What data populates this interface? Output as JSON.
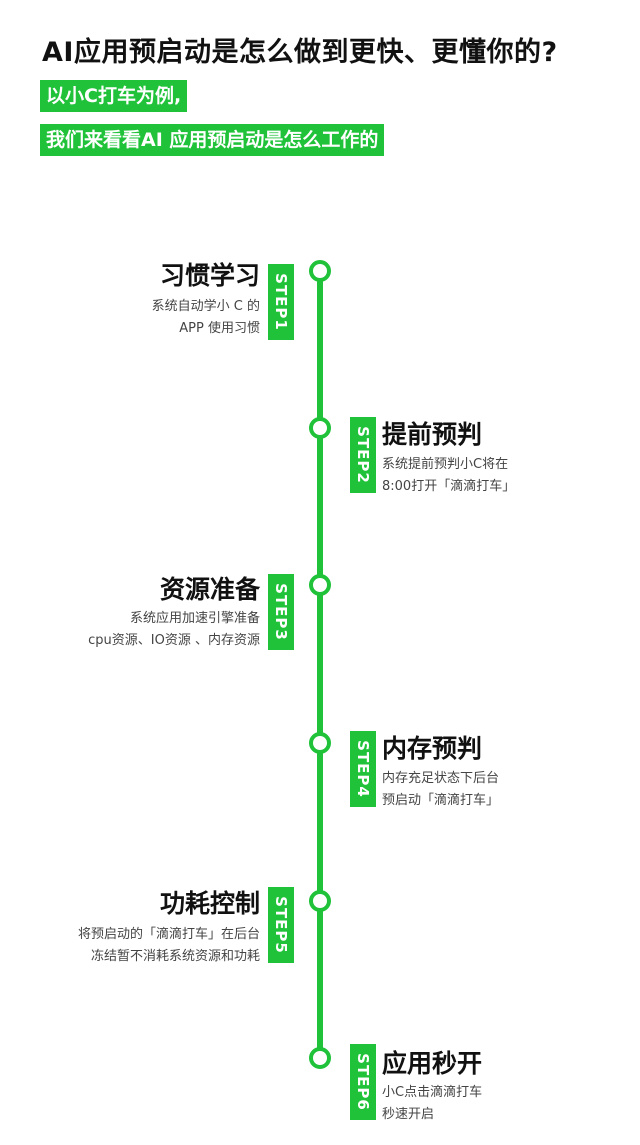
{
  "title": "AI应用预启动是怎么做到更快、更懂你的?",
  "highlight_1": "以小C打车为例,",
  "highlight_2": "我们来看看AI 应用预启动是怎么工作的",
  "steps": [
    {
      "tag": "STEP1",
      "heading": "习惯学习",
      "line1": "系统自动学小 C 的",
      "line2": "APP 使用习惯"
    },
    {
      "tag": "STEP2",
      "heading": "提前预判",
      "line1": "系统提前预判小C将在",
      "line2": "8:00打开「滴滴打车」"
    },
    {
      "tag": "STEP3",
      "heading": "资源准备",
      "line1": "系统应用加速引擎准备",
      "line2": "cpu资源、IO资源 、内存资源"
    },
    {
      "tag": "STEP4",
      "heading": "内存预判",
      "line1": "内存充足状态下后台",
      "line2": "预启动「滴滴打车」"
    },
    {
      "tag": "STEP5",
      "heading": "功耗控制",
      "line1": "将预启动的「滴滴打车」在后台",
      "line2": "冻结暂不消耗系统资源和功耗"
    },
    {
      "tag": "STEP6",
      "heading": "应用秒开",
      "line1": "小C点击滴滴打车",
      "line2": "秒速开启"
    }
  ],
  "colors": {
    "accent": "#1fc238"
  }
}
